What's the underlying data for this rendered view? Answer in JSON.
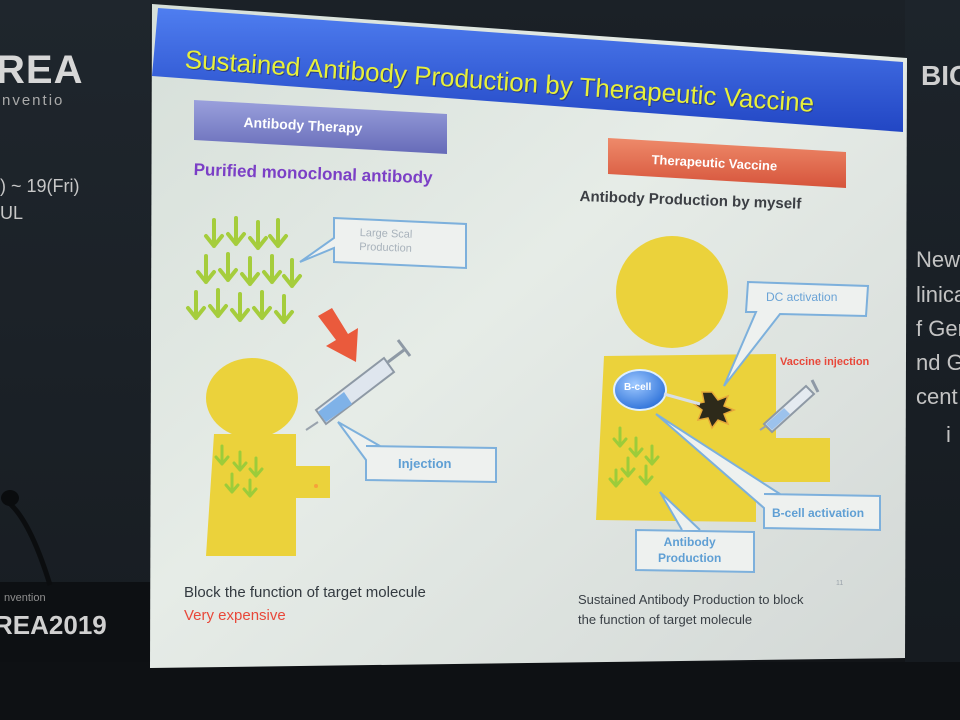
{
  "banner": {
    "left_logo": "REA",
    "left_sub": "nventio",
    "left_date": ") ~ 19(Fri)",
    "left_city": "UL",
    "bottom_logo": "REA2019",
    "bottom_sub": "nvention",
    "right_logo": "BIC"
  },
  "backdrop_text": [
    "New",
    "linica",
    "f Ger",
    "nd Ge",
    "cent",
    "i"
  ],
  "slide": {
    "title": "Sustained Antibody Production by Therapeutic Vaccine",
    "left": {
      "header": "Antibody Therapy",
      "subtitle": "Purified monoclonal antibody",
      "callout_large_scale": "Large Scal\nProduction",
      "callout_injection": "Injection",
      "caption_1": "Block the function of target molecule",
      "caption_2": "Very expensive"
    },
    "right": {
      "header": "Therapeutic Vaccine",
      "subtitle": "Antibody Production by myself",
      "callout_dc": "DC activation",
      "vaccine_label": "Vaccine injection",
      "bcell_label": "B-cell",
      "callout_bcell_activation": "B-cell activation",
      "callout_antibody_production": "Antibody\nProduction",
      "caption_1": "Sustained Antibody Production to block",
      "caption_2": "the function of target molecule",
      "slide_number": "11"
    }
  },
  "colors": {
    "title_bar": "#2f55d4",
    "title_text": "#e9f23a",
    "left_header_bg": "#7d82c8",
    "right_header_bg": "#e0654a",
    "figure_yellow": "#ecd33a",
    "antibody_green": "#a7cf3e",
    "purple_text": "#7b3fc6",
    "red_text": "#e8483a",
    "callout_border": "#6aa3d6"
  }
}
